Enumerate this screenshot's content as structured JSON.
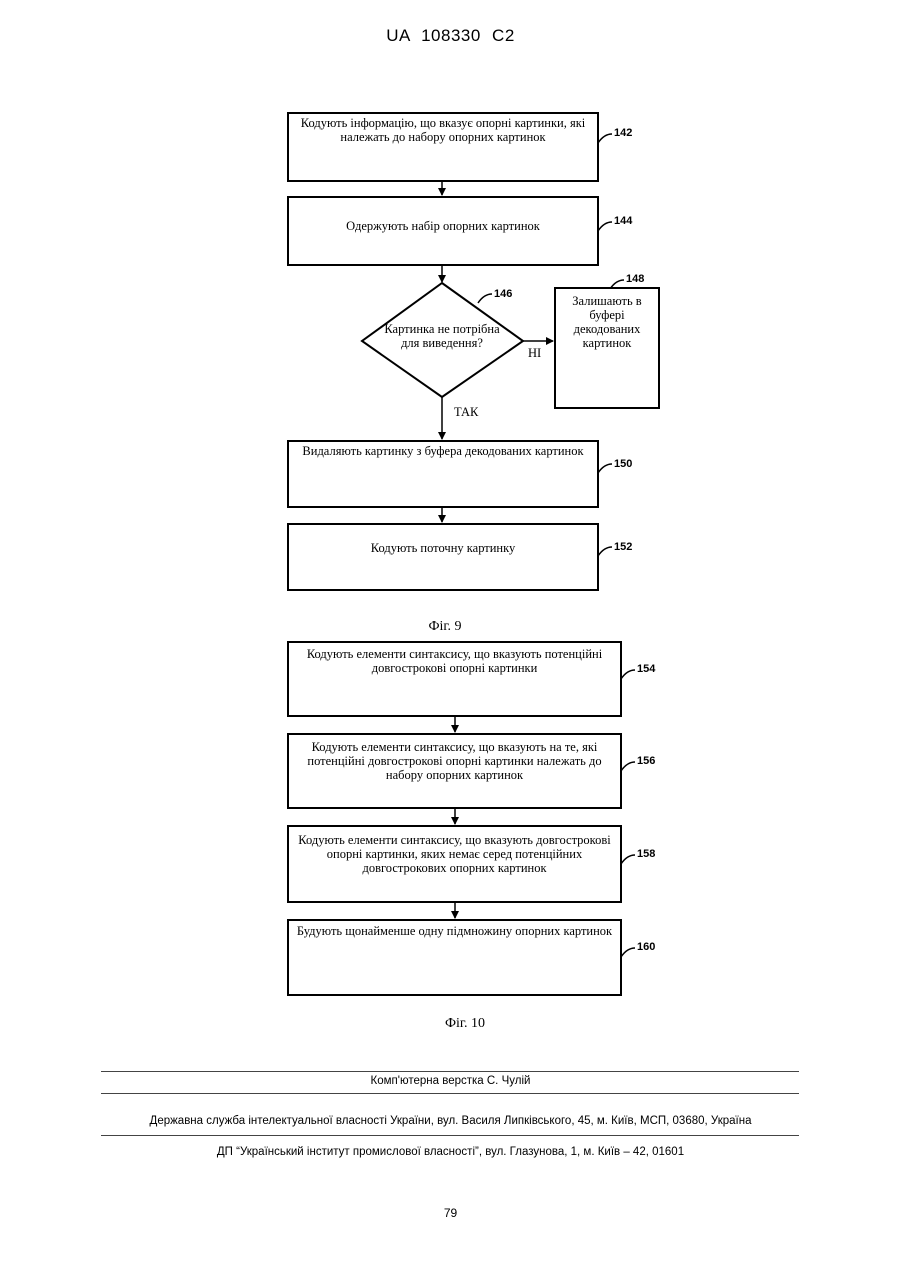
{
  "header": {
    "patent_id": "UA   108330   C2"
  },
  "fig9": {
    "caption": "Фіг. 9",
    "step142": {
      "text": "Кодують інформацію, що вказує опорні картинки, які належать до набору опорних картинок",
      "ref": "142"
    },
    "step144": {
      "text": "Одержують набір опорних картинок",
      "ref": "144"
    },
    "decision146": {
      "text": "Картинка не потрібна для виведення?",
      "ref": "146"
    },
    "step148": {
      "text": "Залишають в буфері декодованих картинок",
      "ref": "148"
    },
    "step150": {
      "text": "Видаляють картинку з буфера декодованих картинок",
      "ref": "150"
    },
    "step152": {
      "text": "Кодують поточну картинку",
      "ref": "152"
    },
    "label_no": "НІ",
    "label_yes": "ТАК"
  },
  "fig10": {
    "caption": "Фіг. 10",
    "step154": {
      "text": "Кодують елементи синтаксису, що вказують потенційні довгострокові опорні картинки",
      "ref": "154"
    },
    "step156": {
      "text": "Кодують елементи синтаксису, що вказують на те, які потенційні довгострокові опорні картинки належать до набору опорних картинок",
      "ref": "156"
    },
    "step158": {
      "text": "Кодують елементи синтаксису, що вказують довгострокові опорні картинки, яких немає серед потенційних довгострокових опорних картинок",
      "ref": "158"
    },
    "step160": {
      "text": "Будують щонайменше одну підмножину опорних картинок",
      "ref": "160"
    }
  },
  "footer": {
    "typesetting": "Комп'ютерна верстка С. Чулій",
    "agency": "Державна служба інтелектуальної власності України, вул. Василя Липківського, 45, м. Київ, МСП, 03680, Україна",
    "institute": "ДП “Український інститут промислової власності”, вул. Глазунова, 1, м. Київ – 42, 01601",
    "page_number": "79"
  }
}
